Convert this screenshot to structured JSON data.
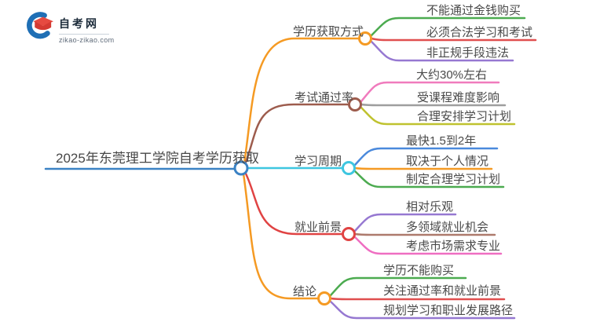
{
  "logo": {
    "site_name": "自考网",
    "site_url": "zikao-zikao.com",
    "cap_color": "#e64a40",
    "cap_dark_color": "#d53a32",
    "arc_color": "#1f6fb5"
  },
  "mindmap": {
    "root": {
      "label": "2025年东莞理工学院自考学历获取",
      "color": "#3b82c4"
    },
    "branches": [
      {
        "label": "学历获取方式",
        "color": "#f59a23",
        "children": [
          {
            "label": "不能通过金钱购买",
            "color": "#4cab50"
          },
          {
            "label": "必须合法学习和考试",
            "color": "#e04f4f"
          },
          {
            "label": "非正规手段违法",
            "color": "#9678d1"
          }
        ]
      },
      {
        "label": "考试通过率",
        "color": "#9d5c4d",
        "children": [
          {
            "label": "大约30%左右",
            "color": "#f07bbd"
          },
          {
            "label": "受课程难度影响",
            "color": "#9e9e9e"
          },
          {
            "label": "合理安排学习计划",
            "color": "#bfc22f"
          }
        ]
      },
      {
        "label": "学习周期",
        "color": "#3ec6e0",
        "children": [
          {
            "label": "最快1.5到2年",
            "color": "#4a89dc"
          },
          {
            "label": "取决于个人情况",
            "color": "#f59a23"
          },
          {
            "label": "制定合理学习计划",
            "color": "#4cab50"
          }
        ]
      },
      {
        "label": "就业前景",
        "color": "#e04343",
        "children": [
          {
            "label": "相对乐观",
            "color": "#9678d1"
          },
          {
            "label": "多领域就业机会",
            "color": "#ad7a6d"
          },
          {
            "label": "考虑市场需求专业",
            "color": "#ef6ec2"
          }
        ]
      },
      {
        "label": "结论",
        "color": "#f59a23",
        "children": [
          {
            "label": "学历不能购买",
            "color": "#4cab50"
          },
          {
            "label": "关注通过率和就业前景",
            "color": "#e04f4f"
          },
          {
            "label": "规划学习和职业发展路径",
            "color": "#9678d1"
          }
        ]
      }
    ]
  }
}
